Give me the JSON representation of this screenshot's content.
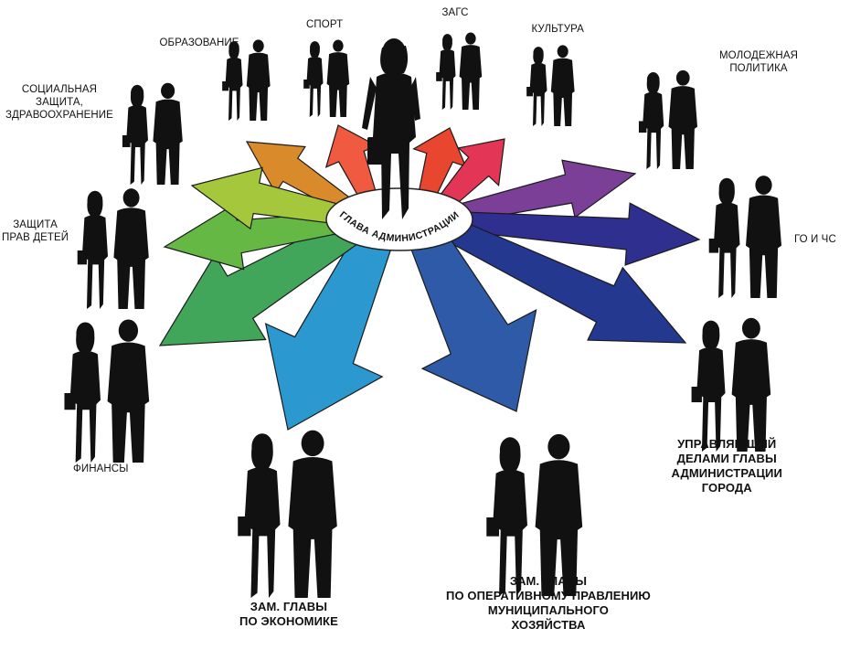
{
  "center": {
    "label": "ГЛАВА АДМИНИСТРАЦИИ",
    "hub_fill": "#ffffff",
    "icon": "businesswoman-silhouette-icon"
  },
  "units": [
    {
      "id": "obrazovanie",
      "label": "ОБРАЗОВАНИЕ",
      "color": "#d98a2b",
      "bold": false
    },
    {
      "id": "sport",
      "label": "СПОРТ",
      "color": "#ef5a40",
      "bold": false
    },
    {
      "id": "zags",
      "label": "ЗАГС",
      "color": "#e8462f",
      "bold": false
    },
    {
      "id": "kultura",
      "label": "КУЛЬТУРА",
      "color": "#e33656",
      "bold": false
    },
    {
      "id": "molodezh",
      "label": "МОЛОДЕЖНАЯ\nПОЛИТИКА",
      "color": "#7b3f98",
      "bold": false
    },
    {
      "id": "go-chs",
      "label": "ГО И ЧС",
      "color": "#2e2f8f",
      "bold": false
    },
    {
      "id": "upravlyayushchiy",
      "label": "УПРАВЛЯЮЩИЙ\nДЕЛАМИ ГЛАВЫ\nАДМИНИСТРАЦИИ\nГОРОДА",
      "color": "#24388f",
      "bold": true
    },
    {
      "id": "zam-hozyaystvo",
      "label": "ЗАМ. ГЛАВЫ\nПО ОПЕРАТИВНОМУ ПРАВЛЕНИЮ\nМУНИЦИПАЛЬНОГО\nХОЗЯЙСТВА",
      "color": "#2f5aa8",
      "bold": true
    },
    {
      "id": "zam-ekonomika",
      "label": "ЗАМ. ГЛАВЫ\nПО ЭКОНОМИКЕ",
      "color": "#2b98cf",
      "bold": true
    },
    {
      "id": "finansy",
      "label": "ФИНАНСЫ",
      "color": "#41a55a",
      "bold": false
    },
    {
      "id": "zashchita-detey",
      "label": "ЗАЩИТА\nПРАВ ДЕТЕЙ",
      "color": "#66b845",
      "bold": false
    },
    {
      "id": "socialnaya",
      "label": "СОЦИАЛЬНАЯ\nЗАЩИТА,\nЗДРАВООХРАНЕНИЕ",
      "color": "#a5c73b",
      "bold": false
    }
  ],
  "figure_icon": "businessman-pair-silhouette-icon"
}
